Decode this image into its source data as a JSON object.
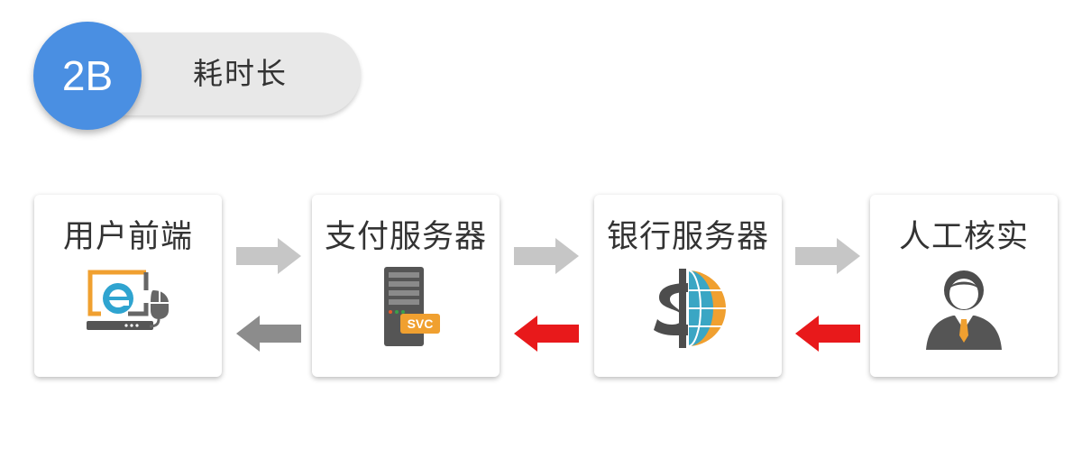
{
  "header": {
    "badge": "2B",
    "title": "耗时长",
    "badge_color": "#4a8fe2"
  },
  "nodes": [
    {
      "label": "用户前端",
      "icon": "computer-browser-icon"
    },
    {
      "label": "支付服务器",
      "icon": "server-svc-icon",
      "icon_text": "SVC"
    },
    {
      "label": "银行服务器",
      "icon": "dollar-globe-icon"
    },
    {
      "label": "人工核实",
      "icon": "person-icon"
    }
  ],
  "arrows": {
    "request_color": "#c6c6c6",
    "response_color_first": "#8c8c8c",
    "response_color_slow": "#e8191b"
  }
}
